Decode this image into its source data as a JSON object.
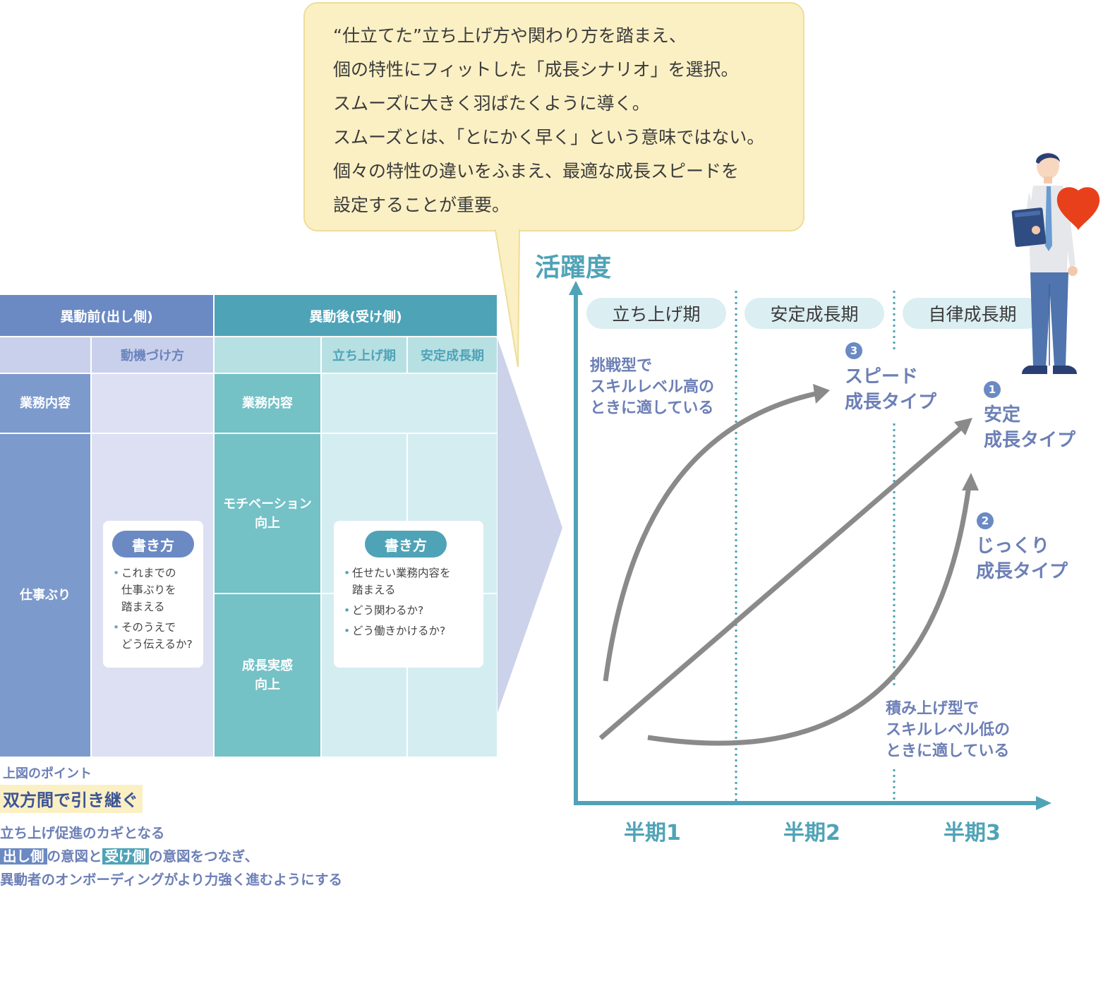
{
  "bubble": {
    "lines": [
      "“仕立てた”立ち上げ方や関わり方を踏まえ、",
      "個の特性にフィットした「成長シナリオ」を選択。",
      "スムーズに大きく羽ばたくように導く。",
      "スムーズとは、「とにかく早く」という意味ではない。",
      "個々の特性の違いをふまえ、最適な成長スピードを",
      "設定することが重要。"
    ]
  },
  "table": {
    "before_header": "異動前(出し側)",
    "after_header": "異動後(受け側)",
    "sub_motivation": "動機づけ方",
    "sub_launch": "立ち上げ期",
    "sub_stable": "安定成長期",
    "row_duties_left": "業務内容",
    "row_performance": "仕事ぶり",
    "row_duties_right": "業務内容",
    "row_motivation_up": "モチベーション\n向上",
    "row_growth_up": "成長実感\n向上",
    "card_left": {
      "pill": "書き方",
      "items": [
        "これまでの\n仕事ぶりを\n踏まえる",
        "そのうえで\nどう伝えるか?"
      ]
    },
    "card_right": {
      "pill": "書き方",
      "items": [
        "任せたい業務内容を\n踏まえる",
        "どう関わるか?",
        "どう働きかけるか?"
      ]
    },
    "colors": {
      "before": "#6b8ac3",
      "after": "#4fa3b7"
    }
  },
  "notes": {
    "small": "上図のポイント",
    "headline": "双方間で引き継ぐ",
    "line1": "立ち上げ促進のカギとなる",
    "tag_sender": "出し側",
    "mid1": "の意図と",
    "tag_receiver": "受け側",
    "mid2": "の意図をつなぎ、",
    "line3": "異動者のオンボーディングがより力強く進むようにする"
  },
  "chart": {
    "y_label": "活躍度",
    "phases": [
      "立ち上げ期",
      "安定成長期",
      "自律成長期"
    ],
    "x_labels": [
      "半期1",
      "半期2",
      "半期3"
    ],
    "note_challenge": "挑戦型で\nスキルレベル高の\nときに適している",
    "note_buildup": "積み上げ型で\nスキルレベル低の\nときに適している",
    "types": [
      {
        "num": "1",
        "label": "安定\n成長タイプ"
      },
      {
        "num": "2",
        "label": "じっくり\n成長タイプ"
      },
      {
        "num": "3",
        "label": "スピード\n成長タイプ"
      }
    ],
    "colors": {
      "axis": "#4fa3b7",
      "arrow": "#8a8a8a"
    }
  },
  "figure": {
    "heart_color": "#e9401c"
  }
}
